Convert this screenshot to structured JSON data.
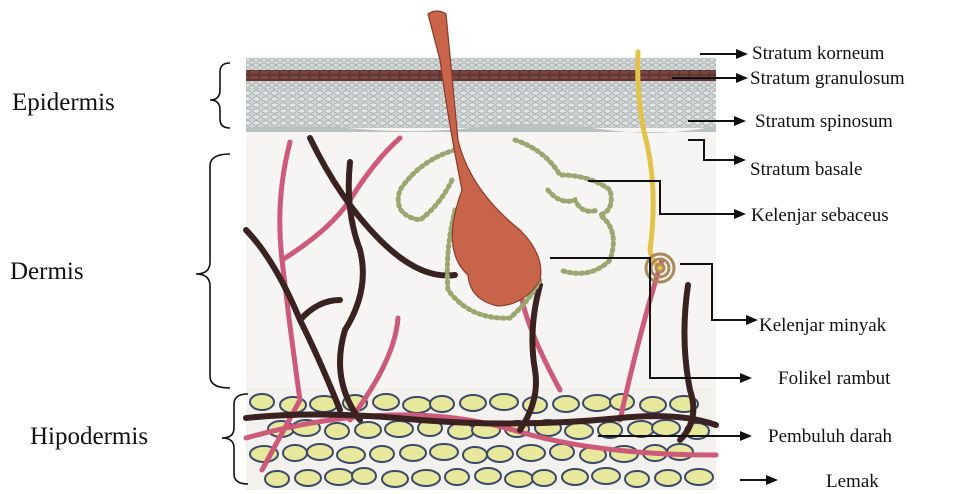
{
  "regions": {
    "epidermis": "Epidermis",
    "dermis": "Dermis",
    "hipodermis": "Hipodermis"
  },
  "parts": {
    "stratum_korneum": "Stratum korneum",
    "stratum_granulosum": "Stratum granulosum",
    "stratum_spinosum": "Stratum spinosum",
    "stratum_basale": "Stratum basale",
    "kelenjar_sebaceus": "Kelenjar sebaceus",
    "kelenjar_minyak": "Kelenjar minyak",
    "folikel_rambut": "Folikel rambut",
    "pembuluh_darah": "Pembuluh darah",
    "lemak": "Lemak"
  },
  "colors": {
    "epidermis": "#c9cfcf",
    "granulosum_band": "#5a2e2a",
    "hair_follicle": "#c8644a",
    "vessel_dark": "#3a2220",
    "vessel_pink": "#cc5a78",
    "fat_cell": "#e7e79a",
    "gland_dots": "#9aa770",
    "nerve": "#e3c24a"
  }
}
